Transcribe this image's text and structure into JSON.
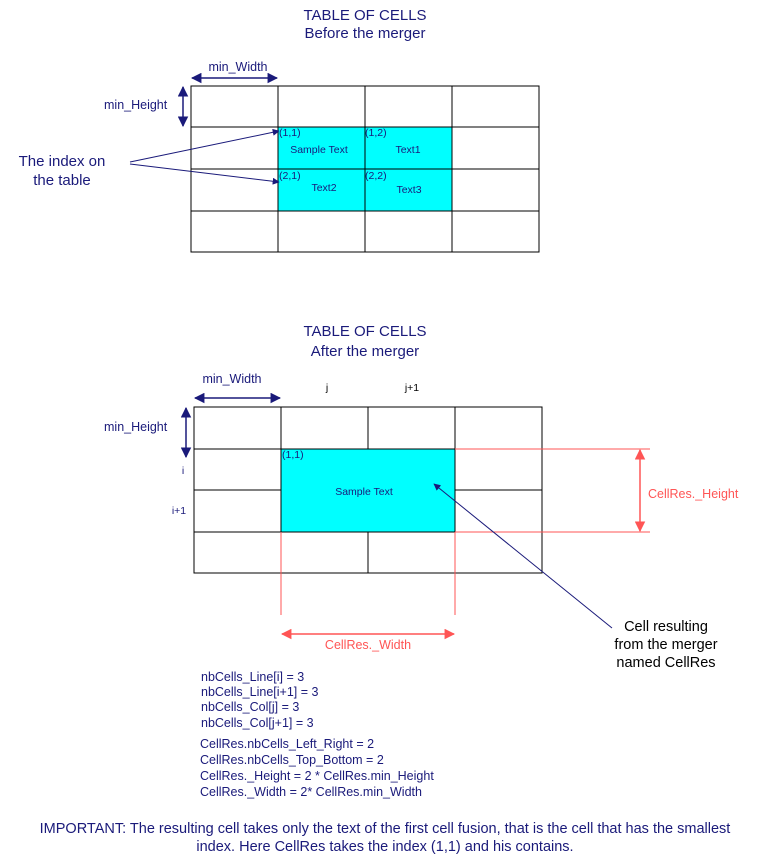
{
  "colors": {
    "text": "#1a1a7a",
    "cell_fill": "#00ffff",
    "grid_line": "#000000",
    "result_line": "#ff5555",
    "annotation_arrow": "#1a1a7a"
  },
  "before": {
    "title": "TABLE OF CELLS",
    "subtitle": "Before the merger",
    "min_width_label": "min_Width",
    "min_height_label": "min_Height",
    "index_label_line1": "The index on",
    "index_label_line2": "the table",
    "cells": [
      {
        "index": "(1,1)",
        "text": "Sample Text"
      },
      {
        "index": "(1,2)",
        "text": "Text1"
      },
      {
        "index": "(2,1)",
        "text": "Text2"
      },
      {
        "index": "(2,2)",
        "text": "Text3"
      }
    ]
  },
  "after": {
    "title": "TABLE OF CELLS",
    "subtitle": "After the merger",
    "min_width_label": "min_Width",
    "min_height_label": "min_Height",
    "col_j": "j",
    "col_j1": "j+1",
    "row_i": "i",
    "row_i1": "i+1",
    "merged_index": "(1,1)",
    "merged_text": "Sample Text",
    "height_label": "CellRes._Height",
    "width_label": "CellRes._Width",
    "callout_line1": "Cell resulting",
    "callout_line2": "from the merger",
    "callout_line3": "named CellRes"
  },
  "formulas_a": [
    "nbCells_Line[i] = 3",
    "nbCells_Line[i+1] = 3",
    "nbCells_Col[j] = 3",
    "nbCells_Col[j+1] = 3"
  ],
  "formulas_b": [
    "CellRes.nbCells_Left_Right = 2",
    "CellRes.nbCells_Top_Bottom = 2",
    "CellRes._Height = 2 * CellRes.min_Height",
    "CellRes._Width = 2* CellRes.min_Width"
  ],
  "note": "IMPORTANT: The resulting cell takes only the text of the first cell fusion, that is the cell that has the smallest\nindex. Here CellRes takes the index (1,1) and his contains."
}
